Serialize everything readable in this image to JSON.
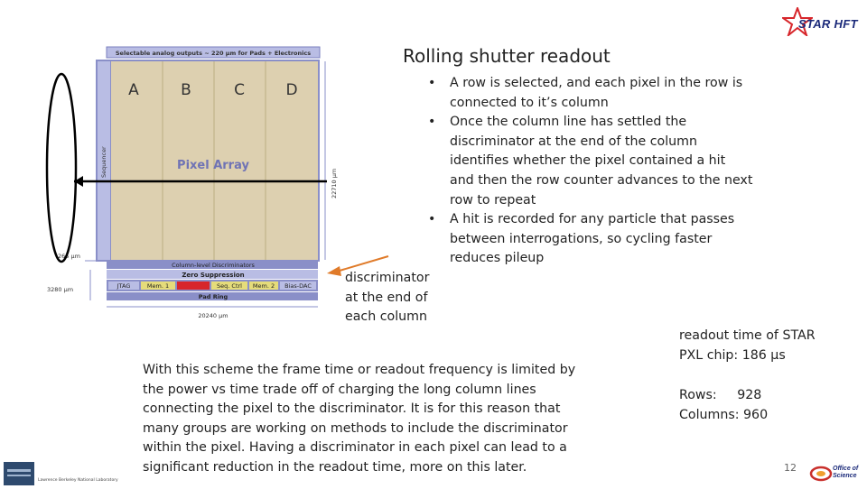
{
  "header": {
    "logo_text": "STAR HFT",
    "title": "Rolling shutter readout"
  },
  "chip_diagram": {
    "top_bar_label": "Selectable analog outputs ~ 220 µm for Pads + Electronics",
    "columns": [
      "A",
      "B",
      "C",
      "D"
    ],
    "sequencer_label": "Sequencer",
    "pixel_array_label": "Pixel Array",
    "height_label": "22710 µm",
    "left_small_label": "265 µm",
    "left_big_label": "3280 µm",
    "column_disc_label": "Column-level Discriminators",
    "zero_supp_label": "Zero Suppression",
    "blocks": [
      "JTAG",
      "Mem. 1",
      "",
      "Seq. Ctrl",
      "Mem. 2",
      "Bias-DAC"
    ],
    "pad_ring_label": "Pad Ring",
    "width_label": "20240 µm",
    "colors": {
      "array_fill": "#ddd0b0",
      "frame": "#8a8fc8",
      "band": "#b9bde4",
      "highlight_block": "#d7262b"
    }
  },
  "bullets": [
    "A row is selected, and each pixel in the row is connected to it’s column",
    "Once the column line has settled the discriminator at the end of the column identifies whether the pixel contained a hit and then the row counter advances to the next row to repeat",
    "A hit is recorded for any particle that passes between interrogations, so cycling faster reduces pileup"
  ],
  "discriminator_label": "discriminator at the end of each column",
  "paragraph": "With this scheme the frame time or readout frequency is limited by the power vs time trade off of charging the long column lines connecting the pixel to the discriminator.  It is for this reason that many groups are working on methods to include the discriminator within the pixel.  Having a discriminator in each pixel can lead to a significant reduction in the readout time, more on this later.",
  "readout_text": "readout time of STAR PXL chip: 186 µs",
  "rows_text": "Rows:     928",
  "columns_text": "Columns: 960",
  "page_number": "12",
  "footer": {
    "lbnl_text": "Lawrence Berkeley National Laboratory",
    "office_text": "Office of Science"
  }
}
